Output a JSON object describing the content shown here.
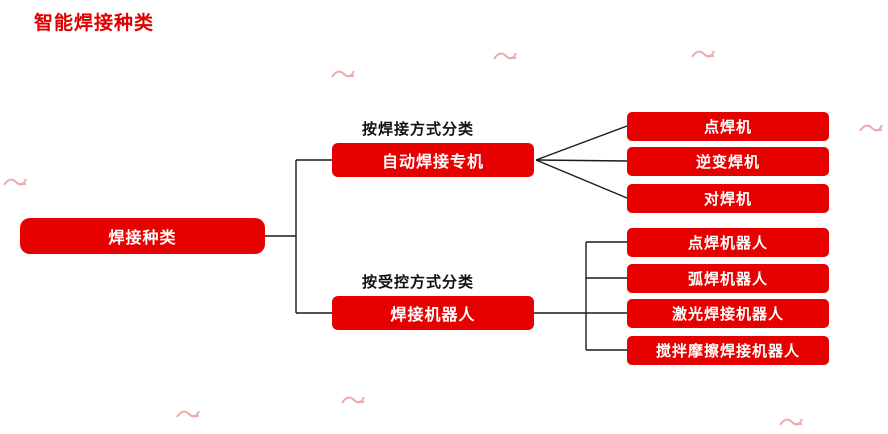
{
  "title": "智能焊接种类",
  "colors": {
    "accent_red": "#e60000",
    "title_red": "#e00000",
    "line": "#1a1a1a",
    "node_text": "#ffffff"
  },
  "diagram": {
    "root": {
      "label": "焊接种类"
    },
    "branches": [
      {
        "category_label": "按焊接方式分类",
        "label": "自动焊接专机",
        "children": [
          {
            "label": "点焊机"
          },
          {
            "label": "逆变焊机"
          },
          {
            "label": "对焊机"
          }
        ]
      },
      {
        "category_label": "按受控方式分类",
        "label": "焊接机器人",
        "children": [
          {
            "label": "点焊机器人"
          },
          {
            "label": "弧焊机器人"
          },
          {
            "label": "激光焊接机器人"
          },
          {
            "label": "搅拌摩擦焊接机器人"
          }
        ]
      }
    ]
  },
  "icons": {
    "watermark": "brand-watermark-icon"
  }
}
